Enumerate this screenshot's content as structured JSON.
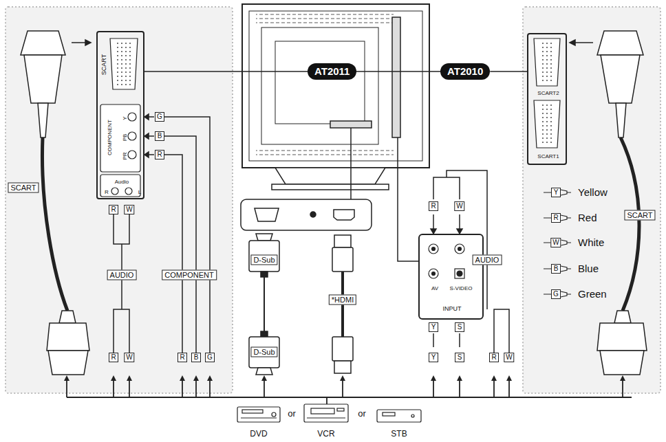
{
  "diagram": {
    "nodes": [
      {
        "text": [
          "SCART",
          "COMPONENT",
          "Y",
          "PB",
          "PR",
          "Audio",
          "R",
          "L"
        ]
      },
      {
        "text": [
          "AT2011"
        ]
      },
      {
        "text": [
          "AT2010"
        ]
      },
      {
        "text": [
          "SCART2",
          "SCART1"
        ]
      },
      {
        "text": [
          "AV",
          "S-VIDEO",
          "INPUT"
        ]
      },
      {
        "text": [
          "DVD"
        ]
      },
      {
        "text": [
          "VCR"
        ]
      },
      {
        "text": [
          "STB"
        ]
      }
    ],
    "edges": [
      {
        "from": 1,
        "to": 0,
        "arrow": "none"
      },
      {
        "from": 2,
        "to": 3,
        "arrow": "none"
      }
    ],
    "labels": [
      "SCART",
      "R",
      "W",
      "G",
      "B",
      "R",
      "AUDIO",
      "COMPONENT",
      "R",
      "W",
      "R",
      "B",
      "G",
      "D-Sub",
      "D-Sub",
      "*HDMI",
      "R",
      "W",
      "Y",
      "S",
      "Y",
      "S",
      "AUDIO",
      "R",
      "W",
      "SCART",
      "Y",
      "R",
      "W",
      "B",
      "G",
      "or",
      "or"
    ],
    "legend": [
      {
        "text": "Yellow"
      },
      {
        "text": "Red"
      },
      {
        "text": "White"
      },
      {
        "text": "Blue"
      },
      {
        "text": "Green"
      }
    ]
  }
}
